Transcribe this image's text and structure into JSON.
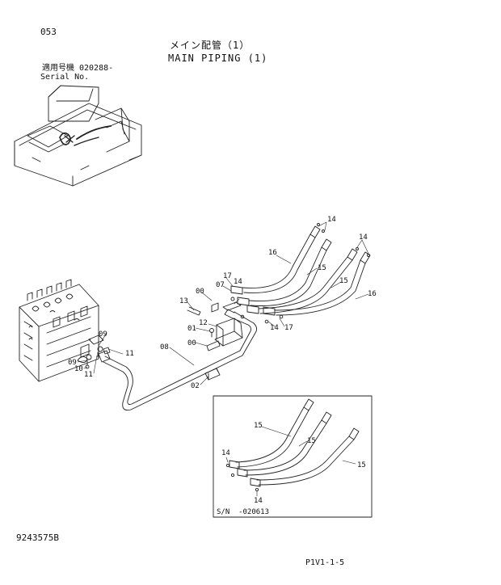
{
  "page": {
    "page_number": "053",
    "title_jp": "メイン配管（1）",
    "title_en": "MAIN PIPING (1)",
    "serial_label_jp": "適用号機",
    "serial_label_en": "Serial No.",
    "serial_value": "020288-",
    "doc_code": "9243575B",
    "page_ref": "P1V1-1-5"
  },
  "diagram": {
    "callouts": [
      "14",
      "14",
      "16",
      "15",
      "15",
      "16",
      "17",
      "14",
      "07",
      "00",
      "13",
      "14",
      "17",
      "12",
      "01",
      "00",
      "08",
      "09",
      "11",
      "09",
      "10",
      "11",
      "02"
    ],
    "inset_callouts": [
      "15",
      "15",
      "15",
      "14",
      "14"
    ],
    "inset_serial": "S/N  -020613"
  }
}
